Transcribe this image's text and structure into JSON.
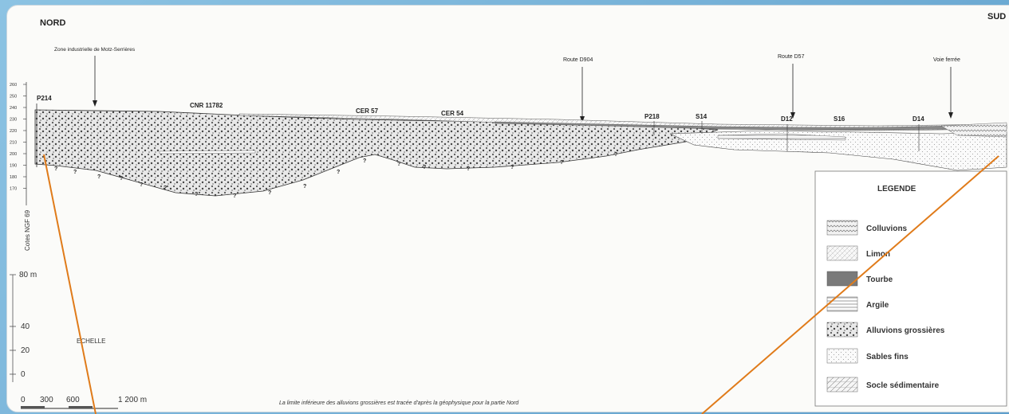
{
  "header": {
    "north": "NORD",
    "south": "SUD"
  },
  "annotations": {
    "zone": "Zone industrielle de Motz-Serrières",
    "route_d904": "Route D904",
    "route_d57": "Route D57",
    "voie_ferree": "Voie ferrée"
  },
  "boreholes": {
    "p214": "P214",
    "cnr": "CNR 11782",
    "cer57": "CER 57",
    "cer54": "CER 54",
    "p218": "P218",
    "s14": "S14",
    "d12": "D12",
    "s16": "S16",
    "d14": "D14"
  },
  "elevation_axis": {
    "title": "Cotes NGF 69",
    "ticks": [
      "260",
      "250",
      "240",
      "230",
      "220",
      "210",
      "200",
      "190",
      "180",
      "170"
    ]
  },
  "scale": {
    "label": "ECHELLE",
    "vertical_ticks": [
      "80 m",
      "40",
      "20",
      "0"
    ],
    "horizontal_ticks": [
      "0",
      "300",
      "600",
      "1 200 m"
    ]
  },
  "unknown_marker": "?",
  "legend": {
    "title": "LEGENDE",
    "items": [
      {
        "label": "Colluvions",
        "pattern": "colluvions-pattern"
      },
      {
        "label": "Limon",
        "pattern": "limon-pattern"
      },
      {
        "label": "Tourbe",
        "pattern": "tourbe-pattern"
      },
      {
        "label": "Argile",
        "pattern": "argile-pattern"
      },
      {
        "label": "Alluvions grossières",
        "pattern": "alluvions-pattern"
      },
      {
        "label": "Sables fins",
        "pattern": "sables-pattern"
      },
      {
        "label": "Socle sédimentaire",
        "pattern": "socle-pattern"
      }
    ]
  },
  "footnote": "La limite inférieure des alluvions grossières est tracée d'après la géophysique pour la partie Nord",
  "colors": {
    "pointer_line": "#e07b1a",
    "background": "#7fb6d8"
  }
}
